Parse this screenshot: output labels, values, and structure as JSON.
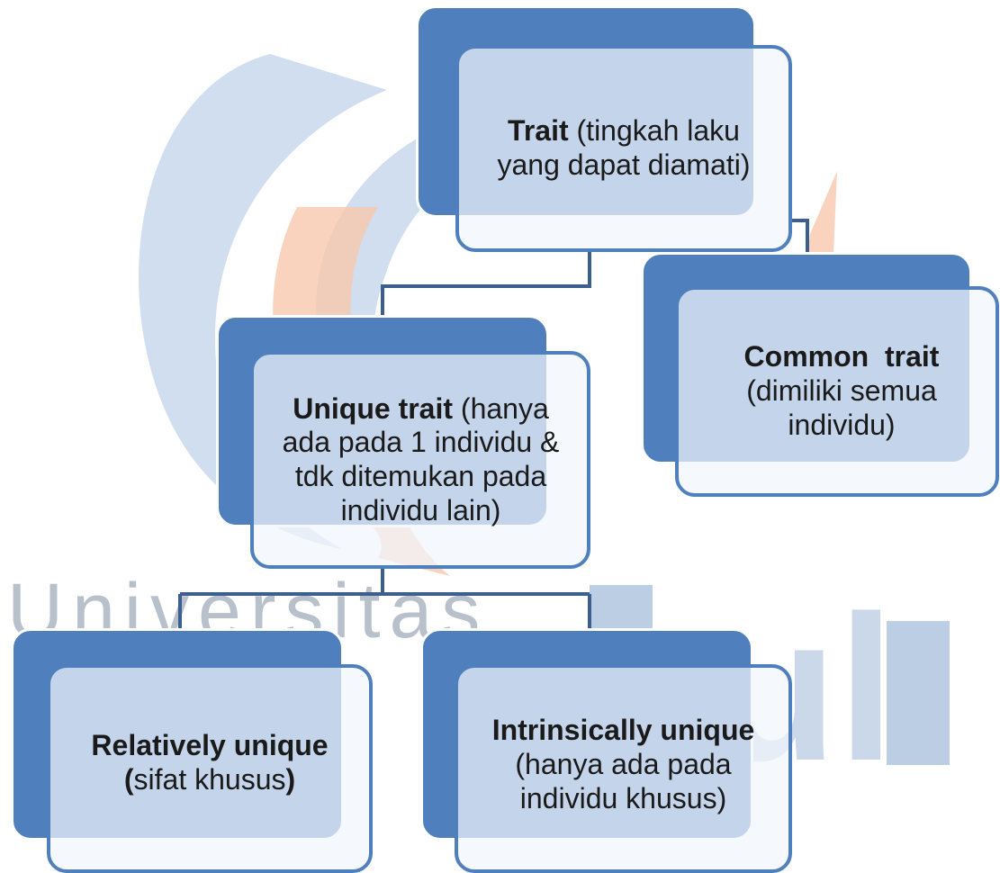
{
  "watermark": {
    "word_top": "Universitas",
    "word_big": "ul"
  },
  "nodes": {
    "trait": {
      "title": "Trait",
      "desc": "(tingkah laku yang dapat diamati)"
    },
    "common": {
      "title": "Common  trait",
      "desc": "(dimiliki semua individu)"
    },
    "unique": {
      "title": "Unique trait",
      "desc": "(hanya ada pada 1 individu & tdk ditemukan pada individu lain)"
    },
    "relative": {
      "title": "Relatively unique",
      "open": "(",
      "desc": "sifat khusus",
      "close": ")"
    },
    "intrinsic": {
      "title": "Intrinsically unique",
      "desc": "(hanya ada pada individu khusus)"
    }
  },
  "colors": {
    "box_back": "#4f7fbc",
    "box_face": "#f1f5fc",
    "connector": "#3d5f8f",
    "watermark_blue": "#c9d8ec",
    "watermark_orange": "#f8c8ae"
  }
}
